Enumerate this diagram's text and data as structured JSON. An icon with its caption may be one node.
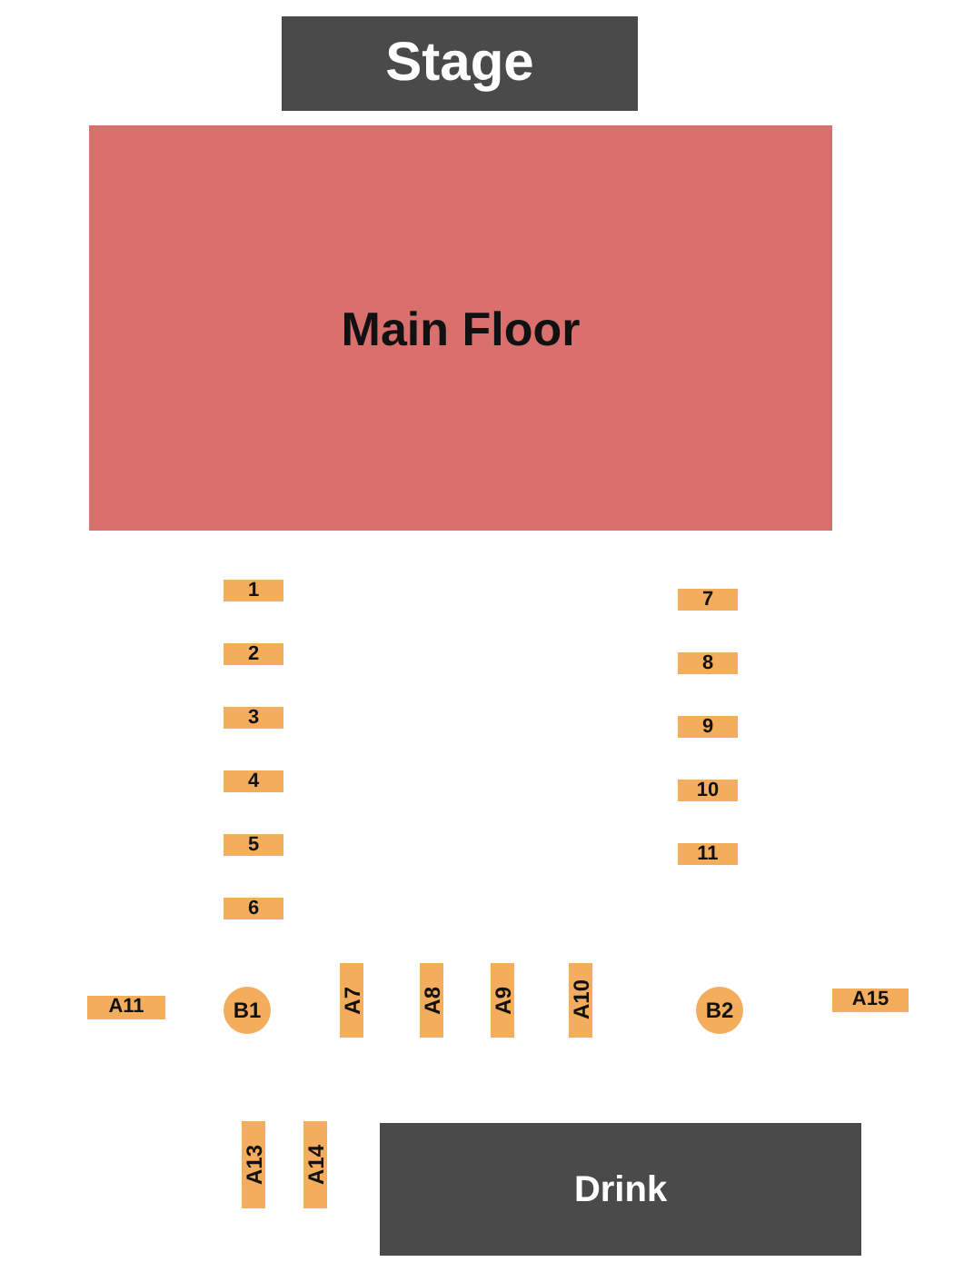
{
  "diagram": {
    "nodes": [
      {
        "text": [
          "Stage"
        ]
      },
      {
        "text": [
          "Main Floor"
        ]
      },
      {
        "text": [
          "1"
        ]
      },
      {
        "text": [
          "2"
        ]
      },
      {
        "text": [
          "3"
        ]
      },
      {
        "text": [
          "4"
        ]
      },
      {
        "text": [
          "5"
        ]
      },
      {
        "text": [
          "6"
        ]
      },
      {
        "text": [
          "7"
        ]
      },
      {
        "text": [
          "8"
        ]
      },
      {
        "text": [
          "9"
        ]
      },
      {
        "text": [
          "10"
        ]
      },
      {
        "text": [
          "11"
        ]
      },
      {
        "text": [
          "A11"
        ]
      },
      {
        "text": [
          "B1"
        ]
      },
      {
        "text": [
          "A7"
        ]
      },
      {
        "text": [
          "A8"
        ]
      },
      {
        "text": [
          "A9"
        ]
      },
      {
        "text": [
          "A10"
        ]
      },
      {
        "text": [
          "B2"
        ]
      },
      {
        "text": [
          "A15"
        ]
      },
      {
        "text": [
          "A13"
        ]
      },
      {
        "text": [
          "A14"
        ]
      },
      {
        "text": [
          "Drink"
        ]
      }
    ]
  }
}
